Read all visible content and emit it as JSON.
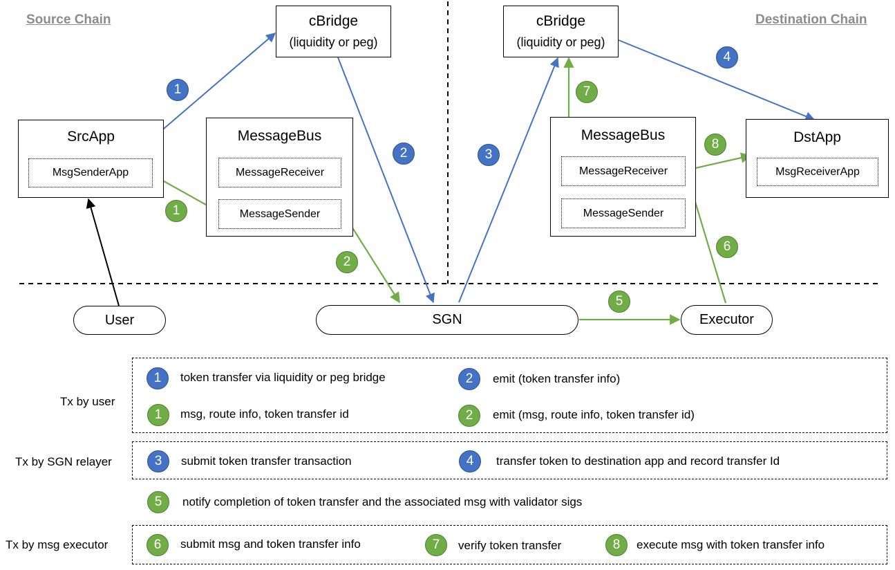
{
  "colors": {
    "blue": "#4472c4",
    "green": "#70ad47",
    "black": "#000000"
  },
  "chains": {
    "source": "Source Chain",
    "destination": "Destination Chain"
  },
  "source": {
    "src_app": {
      "title": "SrcApp",
      "inner": "MsgSenderApp"
    },
    "message_bus": {
      "title": "MessageBus",
      "receiver": "MessageReceiver",
      "sender": "MessageSender"
    },
    "cbridge": {
      "title": "cBridge",
      "subtitle": "(liquidity or peg)"
    }
  },
  "destination": {
    "cbridge": {
      "title": "cBridge",
      "subtitle": "(liquidity or peg)"
    },
    "message_bus": {
      "title": "MessageBus",
      "receiver": "MessageReceiver",
      "sender": "MessageSender"
    },
    "dst_app": {
      "title": "DstApp",
      "inner": "MsgReceiverApp"
    }
  },
  "offchain": {
    "user": "User",
    "sgn": "SGN",
    "executor": "Executor"
  },
  "flow_badges": {
    "b1": "1",
    "g1": "1",
    "b2": "2",
    "g2": "2",
    "b3": "3",
    "b4": "4",
    "g5": "5",
    "g6": "6",
    "g7": "7",
    "g8": "8"
  },
  "legend": {
    "tx_by_user": {
      "label": "Tx by user",
      "items": [
        {
          "badge": "1",
          "color": "blue",
          "text": "token transfer via liquidity or peg bridge"
        },
        {
          "badge": "2",
          "color": "blue",
          "text": "emit (token transfer info)"
        },
        {
          "badge": "1",
          "color": "green",
          "text": "msg, route info, token transfer id"
        },
        {
          "badge": "2",
          "color": "green",
          "text": "emit (msg, route info, token transfer id)"
        }
      ]
    },
    "tx_by_sgn": {
      "label": "Tx by SGN relayer",
      "items": [
        {
          "badge": "3",
          "color": "blue",
          "text": "submit token transfer transaction"
        },
        {
          "badge": "4",
          "color": "blue",
          "text": "transfer token to destination app and record transfer Id"
        }
      ]
    },
    "notify": {
      "badge": "5",
      "color": "green",
      "text": "notify completion of token transfer and the associated msg with validator sigs"
    },
    "tx_by_executor": {
      "label": "Tx by msg executor",
      "items": [
        {
          "badge": "6",
          "color": "green",
          "text": "submit msg and token transfer info"
        },
        {
          "badge": "7",
          "color": "green",
          "text": "verify token transfer"
        },
        {
          "badge": "8",
          "color": "green",
          "text": "execute msg with token transfer info"
        }
      ]
    }
  }
}
